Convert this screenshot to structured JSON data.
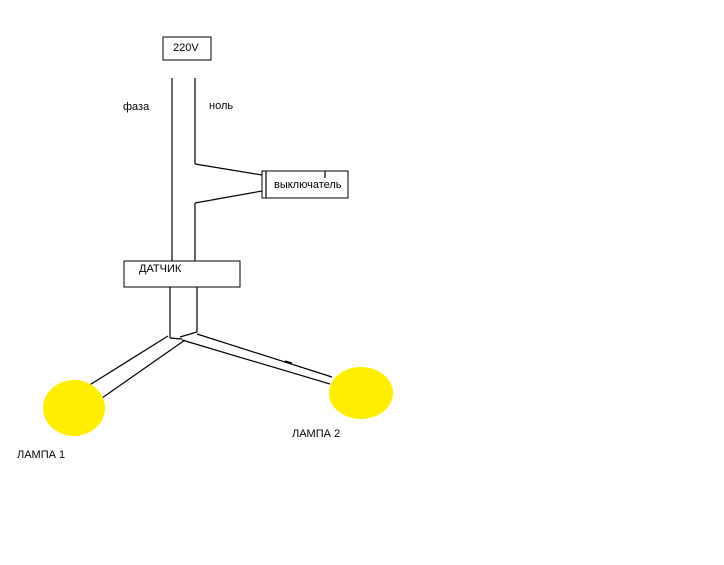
{
  "diagram": {
    "supply_label": "220V",
    "phase_label": "фаза",
    "neutral_label": "ноль",
    "switch_label": "выключатель",
    "sensor_label": "ДАТЧИК",
    "lamp1_label": "ЛАМПА 1",
    "lamp2_label": "ЛАМПА 2"
  },
  "colors": {
    "lamp": "#ffee00",
    "wire": "#000000",
    "background": "#ffffff"
  }
}
